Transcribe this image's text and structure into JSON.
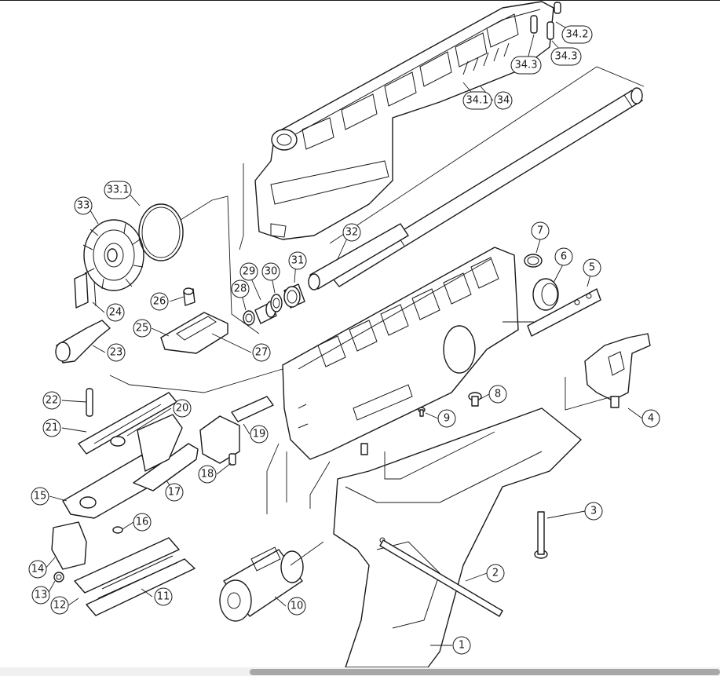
{
  "diagram": {
    "callouts": [
      {
        "id": "1",
        "label": "1"
      },
      {
        "id": "2",
        "label": "2"
      },
      {
        "id": "3",
        "label": "3"
      },
      {
        "id": "4",
        "label": "4"
      },
      {
        "id": "5",
        "label": "5"
      },
      {
        "id": "6",
        "label": "6"
      },
      {
        "id": "7",
        "label": "7"
      },
      {
        "id": "8",
        "label": "8"
      },
      {
        "id": "9",
        "label": "9"
      },
      {
        "id": "10",
        "label": "10"
      },
      {
        "id": "11",
        "label": "11"
      },
      {
        "id": "12",
        "label": "12"
      },
      {
        "id": "13",
        "label": "13"
      },
      {
        "id": "14",
        "label": "14"
      },
      {
        "id": "15",
        "label": "15"
      },
      {
        "id": "16",
        "label": "16"
      },
      {
        "id": "17",
        "label": "17"
      },
      {
        "id": "18",
        "label": "18"
      },
      {
        "id": "19",
        "label": "19"
      },
      {
        "id": "20",
        "label": "20"
      },
      {
        "id": "21",
        "label": "21"
      },
      {
        "id": "22",
        "label": "22"
      },
      {
        "id": "23",
        "label": "23"
      },
      {
        "id": "24",
        "label": "24"
      },
      {
        "id": "25",
        "label": "25"
      },
      {
        "id": "26",
        "label": "26"
      },
      {
        "id": "27",
        "label": "27"
      },
      {
        "id": "28",
        "label": "28"
      },
      {
        "id": "29",
        "label": "29"
      },
      {
        "id": "30",
        "label": "30"
      },
      {
        "id": "31",
        "label": "31"
      },
      {
        "id": "32",
        "label": "32"
      },
      {
        "id": "33",
        "label": "33"
      },
      {
        "id": "33.1",
        "label": "33.1"
      },
      {
        "id": "34",
        "label": "34"
      },
      {
        "id": "34.1",
        "label": "34.1"
      },
      {
        "id": "34.2",
        "label": "34.2"
      },
      {
        "id": "34.3a",
        "label": "34.3"
      },
      {
        "id": "34.3b",
        "label": "34.3"
      }
    ]
  },
  "colors": {
    "line": "#1a1a1a",
    "background": "#ffffff",
    "scrollbar_thumb": "#a8a8a8"
  }
}
